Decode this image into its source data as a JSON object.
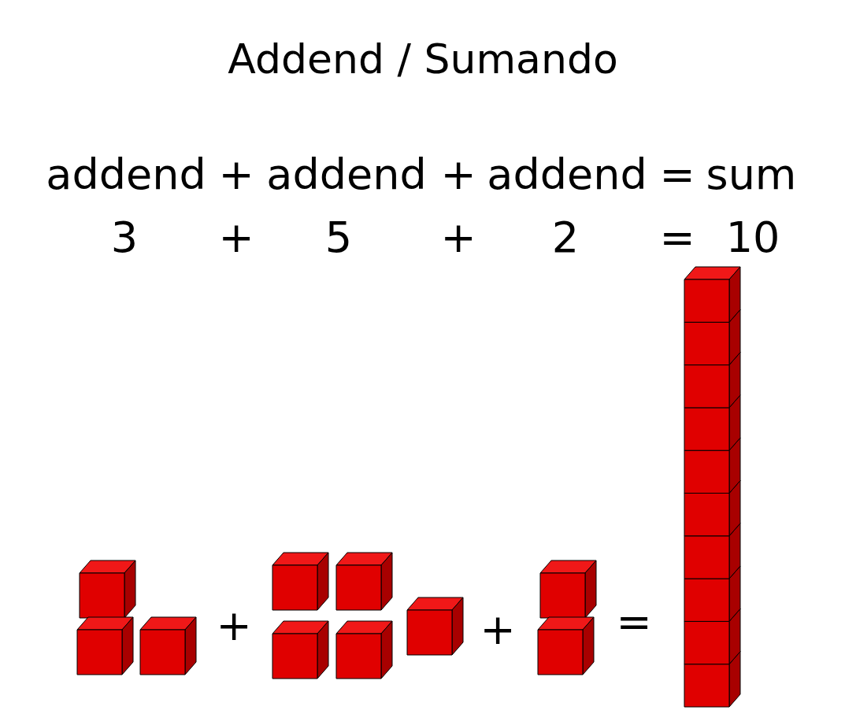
{
  "diagram": {
    "title": "Addend / Sumando",
    "labels": [
      "addend",
      "+",
      "addend",
      "+",
      "addend",
      "=",
      "sum",
      "3",
      "+",
      "5",
      "+",
      "2",
      "=",
      "10",
      "+",
      "+",
      "="
    ]
  }
}
